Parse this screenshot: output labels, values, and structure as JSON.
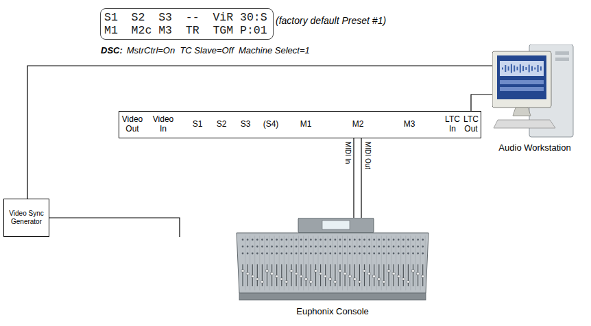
{
  "diagram": {
    "nodes": [
      {
        "text": [
          "S1  S2  S3  --  ViR 30:S",
          "M1  M2c M3  TR  TGM P:01"
        ]
      },
      {
        "text": [
          "Video Out",
          "Video In",
          "S1",
          "S2",
          "S3",
          "(S4)",
          "M1",
          "M2",
          "M3",
          "LTC In",
          "LTC Out"
        ]
      },
      {
        "text": [
          "Audio Workstation"
        ]
      },
      {
        "text": [
          "Video Sync Generator"
        ]
      },
      {
        "text": [
          "Euphonix Console"
        ]
      }
    ],
    "edges": [
      {
        "from": 3,
        "to": 2,
        "arrow": "none"
      },
      {
        "from": 3,
        "to": 1,
        "arrow": "none"
      },
      {
        "from": 1,
        "to": 2,
        "arrow": "none"
      },
      {
        "from": 1,
        "to": 4,
        "label": "MIDI In",
        "arrow": "none"
      },
      {
        "from": 1,
        "to": 4,
        "label": "MIDI Out",
        "arrow": "none"
      }
    ],
    "labels": [
      "(factory default Preset #1)",
      "DSC:",
      "MstrCtrl=On  TC Slave=Off  Machine Select=1"
    ]
  }
}
